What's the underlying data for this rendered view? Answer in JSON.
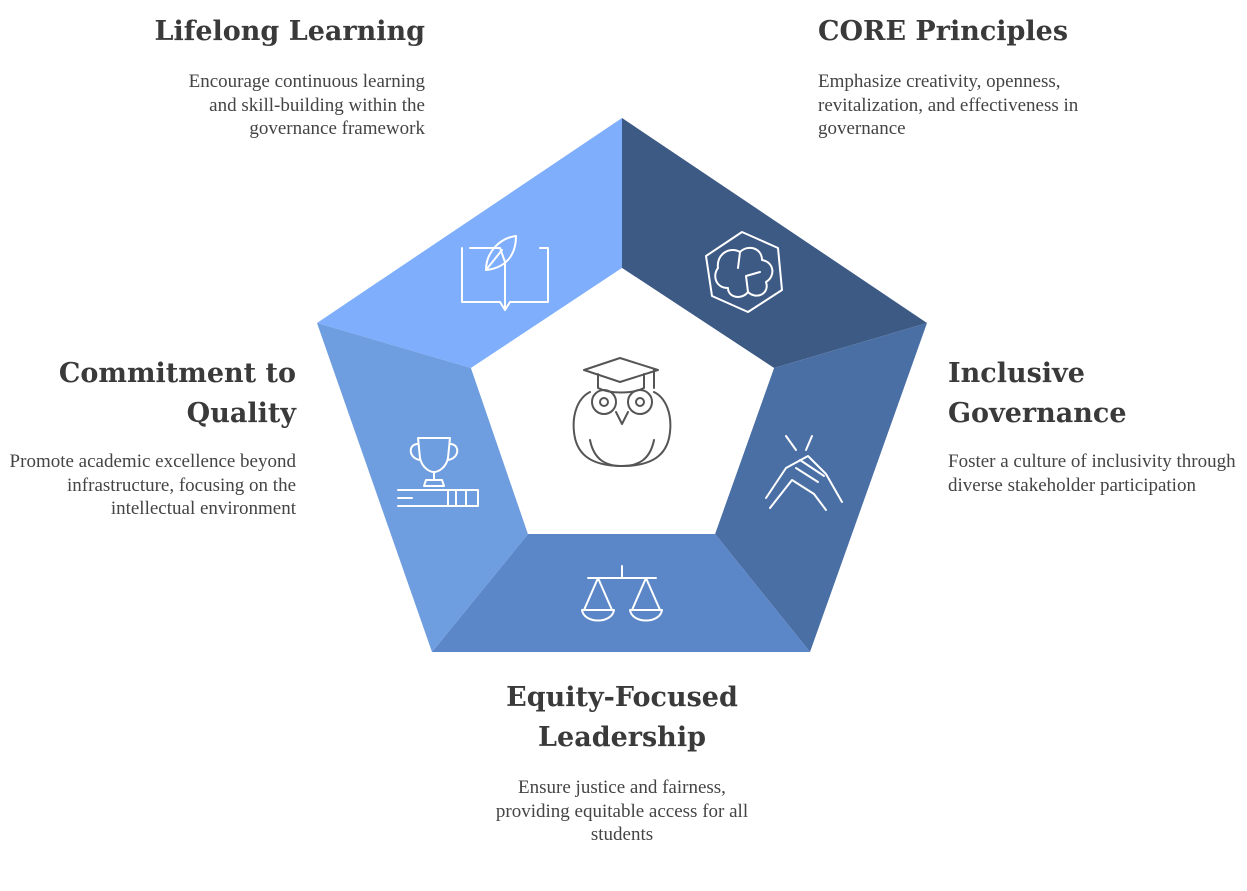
{
  "sections": [
    {
      "id": "lifelong",
      "title": "Lifelong Learning",
      "desc": "Encourage continuous learning and skill-building within the governance framework",
      "icon": "book-leaf-icon",
      "color": "#7eaefc"
    },
    {
      "id": "core",
      "title": "CORE Principles",
      "desc": "Emphasize creativity, openness, revitalization, and effectiveness in governance",
      "icon": "brain-hexagon-icon",
      "color": "#3d5a85"
    },
    {
      "id": "inclusive",
      "title": "Inclusive\nGovernance",
      "desc": "Foster a culture of inclusivity through diverse stakeholder participation",
      "icon": "handshake-icon",
      "color": "#4a6fa5"
    },
    {
      "id": "equity",
      "title": "Equity-Focused\nLeadership",
      "desc": "Ensure justice and fairness, providing equitable access for all students",
      "icon": "scales-icon",
      "color": "#5b86c8"
    },
    {
      "id": "quality",
      "title": "Commitment to\nQuality",
      "desc": "Promote academic excellence beyond infrastructure, focusing on the intellectual environment",
      "icon": "trophy-book-icon",
      "color": "#6e9de0"
    }
  ],
  "center": {
    "icon": "owl-graduate-icon"
  }
}
